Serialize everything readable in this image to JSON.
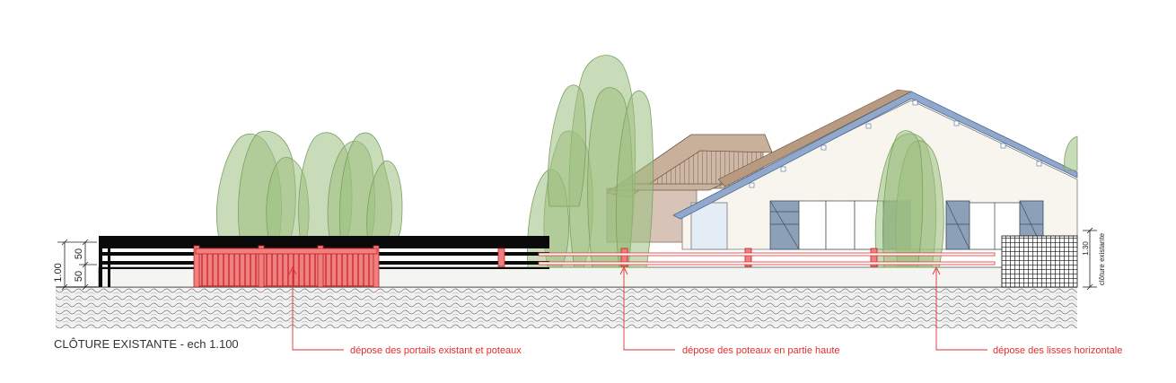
{
  "drawing": {
    "title": "CLÔTURE EXISTANTE -  ech 1.100",
    "dimensions": {
      "total": "1.00",
      "upper": "50",
      "lower": "50",
      "right": "1.30",
      "right_label": "clôture existante"
    },
    "annotations": [
      "dépose des portails existant et poteaux",
      "dépose des poteaux en partie haute",
      "dépose des lisses horizontale"
    ]
  },
  "colors": {
    "demolition": "#e83a3a",
    "demolition_fill": "#f08080",
    "tree": "#9cc080",
    "roof_blue": "#8fa8cc",
    "roof_brown": "#b89a80",
    "wall": "#f7f5ee",
    "shutter": "#8ca0b8",
    "ground": "#e4e4e4"
  }
}
